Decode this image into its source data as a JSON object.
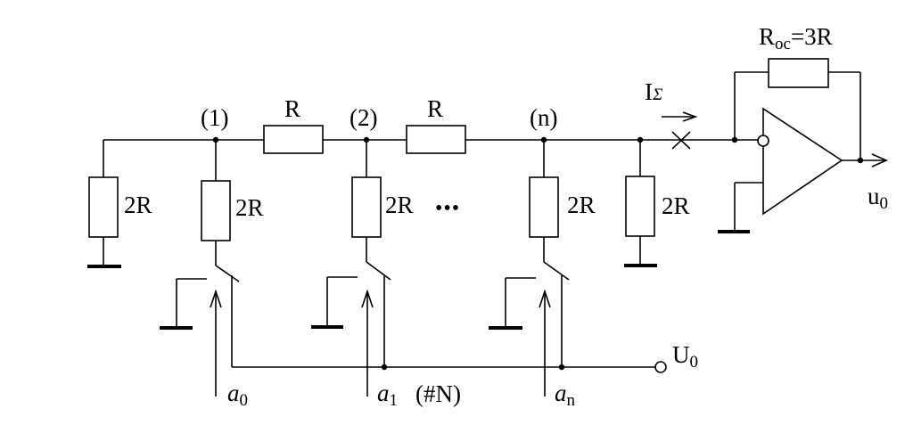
{
  "labels": {
    "node_1": "(1)",
    "node_2": "(2)",
    "node_n": "(n)",
    "series_r_1": "R",
    "series_r_2": "R",
    "shunt_left": "2R",
    "shunt_1": "2R",
    "shunt_2": "2R",
    "shunt_n": "2R",
    "shunt_right": "2R",
    "ellipsis": "•••",
    "feedback_main": "R",
    "feedback_sub": "oc",
    "feedback_value": "=3R",
    "current_main": "I",
    "current_sub": "Σ",
    "output_main": "u",
    "output_sub": "0",
    "ref_main": "U",
    "ref_sub": "0",
    "bit_0_main": "a",
    "bit_0_sub": "0",
    "bit_1_main": "a",
    "bit_1_sub": "1",
    "bit_n_main": "a",
    "bit_n_sub": "n",
    "code_label": "(#N)"
  }
}
